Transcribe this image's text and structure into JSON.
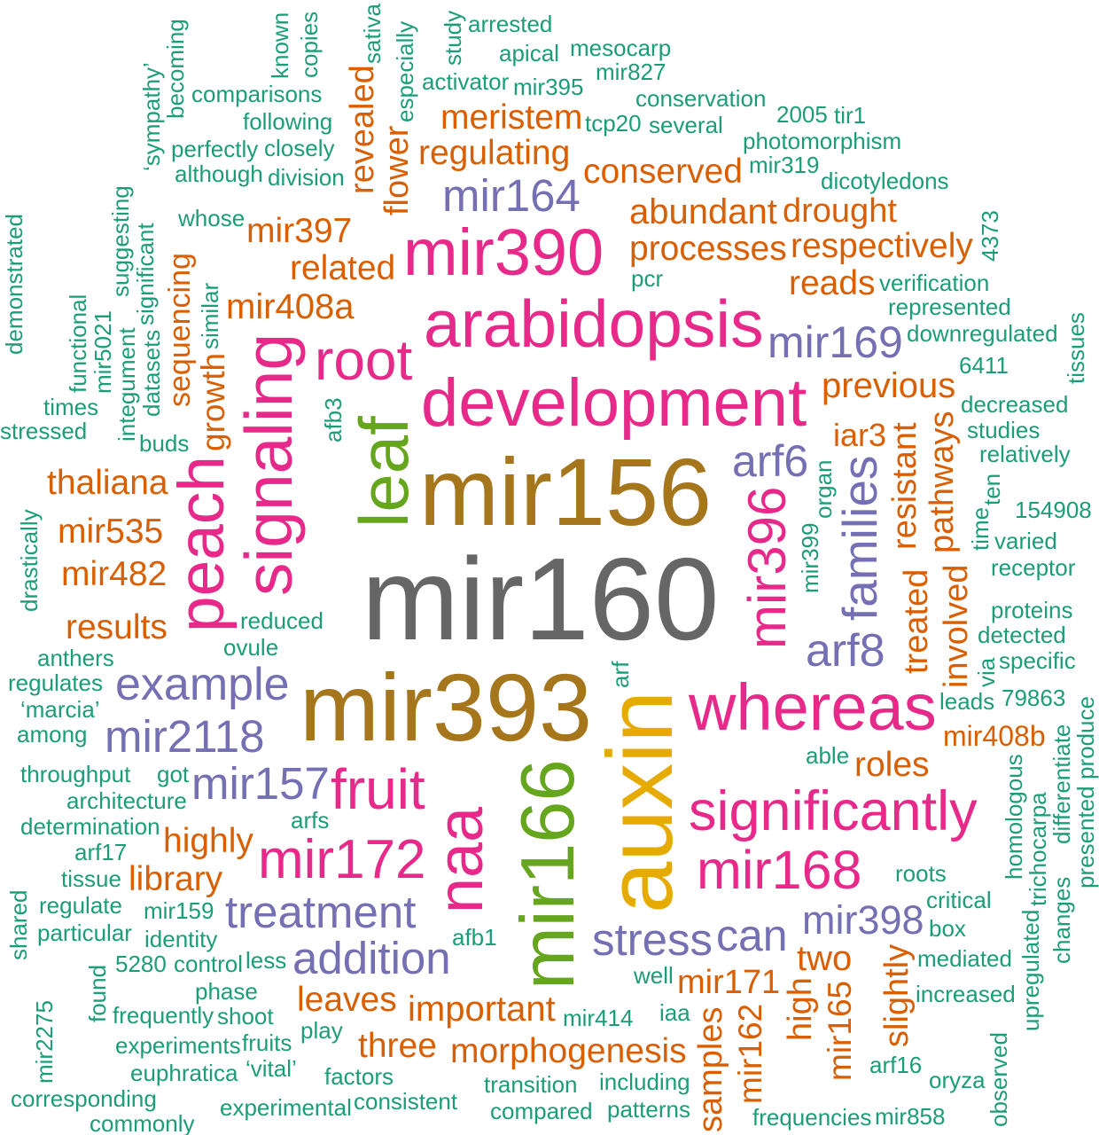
{
  "colors": {
    "gray": "#666666",
    "brown": "#a6761d",
    "green": "#66a61e",
    "yellow": "#e6ab02",
    "pink": "#e7298a",
    "purple": "#7570b3",
    "orange": "#d95f02",
    "teal": "#1b9e77"
  },
  "words": [
    {
      "text": "mir160",
      "color": "gray"
    },
    {
      "text": "mir393",
      "color": "brown"
    },
    {
      "text": "mir156",
      "color": "brown"
    },
    {
      "text": "development",
      "color": "pink"
    },
    {
      "text": "arabidopsis",
      "color": "pink"
    },
    {
      "text": "mir390",
      "color": "pink"
    },
    {
      "text": "whereas",
      "color": "pink"
    },
    {
      "text": "significantly",
      "color": "pink"
    },
    {
      "text": "mir168",
      "color": "pink"
    },
    {
      "text": "mir172",
      "color": "pink"
    },
    {
      "text": "fruit",
      "color": "pink"
    },
    {
      "text": "root",
      "color": "pink"
    },
    {
      "text": "treatment",
      "color": "purple"
    },
    {
      "text": "addition",
      "color": "purple"
    },
    {
      "text": "example",
      "color": "purple"
    },
    {
      "text": "stress",
      "color": "purple"
    },
    {
      "text": "can",
      "color": "purple"
    },
    {
      "text": "mir157",
      "color": "purple"
    },
    {
      "text": "mir2118",
      "color": "purple"
    },
    {
      "text": "mir398",
      "color": "purple"
    },
    {
      "text": "mir164",
      "color": "purple"
    },
    {
      "text": "arf6",
      "color": "purple"
    },
    {
      "text": "mir169",
      "color": "purple"
    },
    {
      "text": "arf8",
      "color": "purple"
    },
    {
      "text": "leaves",
      "color": "orange"
    },
    {
      "text": "three",
      "color": "orange"
    },
    {
      "text": "morphogenesis",
      "color": "orange"
    },
    {
      "text": "important",
      "color": "orange"
    },
    {
      "text": "highly",
      "color": "orange"
    },
    {
      "text": "library",
      "color": "orange"
    },
    {
      "text": "results",
      "color": "orange"
    },
    {
      "text": "mir482",
      "color": "orange"
    },
    {
      "text": "mir535",
      "color": "orange"
    },
    {
      "text": "thaliana",
      "color": "orange"
    },
    {
      "text": "related",
      "color": "orange"
    },
    {
      "text": "mir397",
      "color": "orange"
    },
    {
      "text": "mir408a",
      "color": "orange"
    },
    {
      "text": "regulating",
      "color": "orange"
    },
    {
      "text": "meristem",
      "color": "orange"
    },
    {
      "text": "conserved",
      "color": "orange"
    },
    {
      "text": "abundant",
      "color": "orange"
    },
    {
      "text": "processes",
      "color": "orange"
    },
    {
      "text": "reads",
      "color": "orange"
    },
    {
      "text": "drought",
      "color": "orange"
    },
    {
      "text": "respectively",
      "color": "orange"
    },
    {
      "text": "previous",
      "color": "orange"
    },
    {
      "text": "mir408b",
      "color": "orange"
    },
    {
      "text": "roles",
      "color": "orange"
    },
    {
      "text": "two",
      "color": "orange"
    },
    {
      "text": "mir171",
      "color": "orange"
    },
    {
      "text": "iar3",
      "color": "orange"
    },
    {
      "text": "signaling",
      "color": "pink"
    },
    {
      "text": "peach",
      "color": "pink"
    },
    {
      "text": "leaf",
      "color": "green"
    },
    {
      "text": "naa",
      "color": "pink"
    },
    {
      "text": "mir166",
      "color": "green"
    },
    {
      "text": "auxin",
      "color": "yellow"
    },
    {
      "text": "mir396",
      "color": "pink"
    },
    {
      "text": "families",
      "color": "purple"
    },
    {
      "text": "sequencing",
      "color": "orange"
    },
    {
      "text": "growth",
      "color": "orange"
    },
    {
      "text": "flower",
      "color": "orange"
    },
    {
      "text": "revealed",
      "color": "orange"
    },
    {
      "text": "samples",
      "color": "orange"
    },
    {
      "text": "resistant",
      "color": "orange"
    },
    {
      "text": "pathways",
      "color": "orange"
    },
    {
      "text": "involved",
      "color": "orange"
    },
    {
      "text": "treated",
      "color": "orange"
    },
    {
      "text": "high",
      "color": "orange"
    },
    {
      "text": "mir162",
      "color": "orange"
    },
    {
      "text": "mir165",
      "color": "orange"
    },
    {
      "text": "slightly",
      "color": "orange"
    },
    {
      "text": "mir827",
      "color": "teal"
    },
    {
      "text": "conservation",
      "color": "teal"
    },
    {
      "text": "mir395",
      "color": "teal"
    },
    {
      "text": "several",
      "color": "teal"
    },
    {
      "text": "tcp20",
      "color": "teal"
    },
    {
      "text": "activator",
      "color": "teal"
    },
    {
      "text": "mesocarp",
      "color": "teal"
    },
    {
      "text": "photomorphism",
      "color": "teal"
    },
    {
      "text": "perfectly",
      "color": "teal"
    },
    {
      "text": "apical",
      "color": "teal"
    },
    {
      "text": "although",
      "color": "teal"
    },
    {
      "text": "mir319",
      "color": "teal"
    },
    {
      "text": "division",
      "color": "teal"
    },
    {
      "text": "arrested",
      "color": "teal"
    },
    {
      "text": "2005",
      "color": "teal"
    },
    {
      "text": "closely",
      "color": "teal"
    },
    {
      "text": "dicotyledons",
      "color": "teal"
    },
    {
      "text": "tir1",
      "color": "teal"
    },
    {
      "text": "whose",
      "color": "teal"
    },
    {
      "text": "following",
      "color": "teal"
    },
    {
      "text": "verification",
      "color": "teal"
    },
    {
      "text": "downregulated",
      "color": "teal"
    },
    {
      "text": "comparisons",
      "color": "teal"
    },
    {
      "text": "pcr",
      "color": "teal"
    },
    {
      "text": "represented",
      "color": "teal"
    },
    {
      "text": "6411",
      "color": "teal"
    },
    {
      "text": "decreased",
      "color": "teal"
    },
    {
      "text": "studies",
      "color": "teal"
    },
    {
      "text": "stressed",
      "color": "teal"
    },
    {
      "text": "buds",
      "color": "teal"
    },
    {
      "text": "times",
      "color": "teal"
    },
    {
      "text": "relatively",
      "color": "teal"
    },
    {
      "text": "154908",
      "color": "teal"
    },
    {
      "text": "varied",
      "color": "teal"
    },
    {
      "text": "receptor",
      "color": "teal"
    },
    {
      "text": "anthers",
      "color": "teal"
    },
    {
      "text": "able",
      "color": "teal"
    },
    {
      "text": "proteins",
      "color": "teal"
    },
    {
      "text": "regulates",
      "color": "teal"
    },
    {
      "text": "detected",
      "color": "teal"
    },
    {
      "text": "ovule",
      "color": "teal"
    },
    {
      "text": "specific",
      "color": "teal"
    },
    {
      "text": "‘marcia’",
      "color": "teal"
    },
    {
      "text": "among",
      "color": "teal"
    },
    {
      "text": "79863",
      "color": "teal"
    },
    {
      "text": "throughput",
      "color": "teal"
    },
    {
      "text": "got",
      "color": "teal"
    },
    {
      "text": "leads",
      "color": "teal"
    },
    {
      "text": "architecture",
      "color": "teal"
    },
    {
      "text": "arfs",
      "color": "teal"
    },
    {
      "text": "determination",
      "color": "teal"
    },
    {
      "text": "reduced",
      "color": "teal"
    },
    {
      "text": "arf17",
      "color": "teal"
    },
    {
      "text": "mir159",
      "color": "teal"
    },
    {
      "text": "tissue",
      "color": "teal"
    },
    {
      "text": "regulate",
      "color": "teal"
    },
    {
      "text": "identity",
      "color": "teal"
    },
    {
      "text": "roots",
      "color": "teal"
    },
    {
      "text": "control",
      "color": "teal"
    },
    {
      "text": "particular",
      "color": "teal"
    },
    {
      "text": "critical",
      "color": "teal"
    },
    {
      "text": "phase",
      "color": "teal"
    },
    {
      "text": "box",
      "color": "teal"
    },
    {
      "text": "well",
      "color": "teal"
    },
    {
      "text": "5280",
      "color": "teal"
    },
    {
      "text": "shoot",
      "color": "teal"
    },
    {
      "text": "afb1",
      "color": "teal"
    },
    {
      "text": "mediated",
      "color": "teal"
    },
    {
      "text": "less",
      "color": "teal"
    },
    {
      "text": "fruits",
      "color": "teal"
    },
    {
      "text": "increased",
      "color": "teal"
    },
    {
      "text": "frequently",
      "color": "teal"
    },
    {
      "text": "play",
      "color": "teal"
    },
    {
      "text": "‘vital’",
      "color": "teal"
    },
    {
      "text": "arf16",
      "color": "teal"
    },
    {
      "text": "factors",
      "color": "teal"
    },
    {
      "text": "mir414",
      "color": "teal"
    },
    {
      "text": "iaa",
      "color": "teal"
    },
    {
      "text": "experiments",
      "color": "teal"
    },
    {
      "text": "transition",
      "color": "teal"
    },
    {
      "text": "including",
      "color": "teal"
    },
    {
      "text": "consistent",
      "color": "teal"
    },
    {
      "text": "euphratica",
      "color": "teal"
    },
    {
      "text": "compared",
      "color": "teal"
    },
    {
      "text": "experimental",
      "color": "teal"
    },
    {
      "text": "patterns",
      "color": "teal"
    },
    {
      "text": "frequencies",
      "color": "teal"
    },
    {
      "text": "oryza",
      "color": "teal"
    },
    {
      "text": "commonly",
      "color": "teal"
    },
    {
      "text": "mir858",
      "color": "teal"
    },
    {
      "text": "corresponding",
      "color": "teal"
    },
    {
      "text": "especially",
      "color": "teal"
    },
    {
      "text": "sativa",
      "color": "teal"
    },
    {
      "text": "becoming",
      "color": "teal"
    },
    {
      "text": "copies",
      "color": "teal"
    },
    {
      "text": "known",
      "color": "teal"
    },
    {
      "text": "‘sympathy’",
      "color": "teal"
    },
    {
      "text": "study",
      "color": "teal"
    },
    {
      "text": "significant",
      "color": "teal"
    },
    {
      "text": "suggesting",
      "color": "teal"
    },
    {
      "text": "similar",
      "color": "teal"
    },
    {
      "text": "integument",
      "color": "teal"
    },
    {
      "text": "functional",
      "color": "teal"
    },
    {
      "text": "datasets",
      "color": "teal"
    },
    {
      "text": "afb3",
      "color": "teal"
    },
    {
      "text": "4373",
      "color": "teal"
    },
    {
      "text": "ten",
      "color": "teal"
    },
    {
      "text": "tissues",
      "color": "teal"
    },
    {
      "text": "organ",
      "color": "teal"
    },
    {
      "text": "homologous",
      "color": "teal"
    },
    {
      "text": "drastically",
      "color": "teal"
    },
    {
      "text": "demonstrated",
      "color": "teal"
    },
    {
      "text": "mir5021",
      "color": "teal"
    },
    {
      "text": "mir399",
      "color": "teal"
    },
    {
      "text": "time",
      "color": "teal"
    },
    {
      "text": "via",
      "color": "teal"
    },
    {
      "text": "arf",
      "color": "teal"
    },
    {
      "text": "found",
      "color": "teal"
    },
    {
      "text": "differentiate",
      "color": "teal"
    },
    {
      "text": "presented",
      "color": "teal"
    },
    {
      "text": "produce",
      "color": "teal"
    },
    {
      "text": "trichocarpa",
      "color": "teal"
    },
    {
      "text": "changes",
      "color": "teal"
    },
    {
      "text": "shared",
      "color": "teal"
    },
    {
      "text": "mir2275",
      "color": "teal"
    },
    {
      "text": "upregulated",
      "color": "teal"
    },
    {
      "text": "observed",
      "color": "teal"
    }
  ]
}
